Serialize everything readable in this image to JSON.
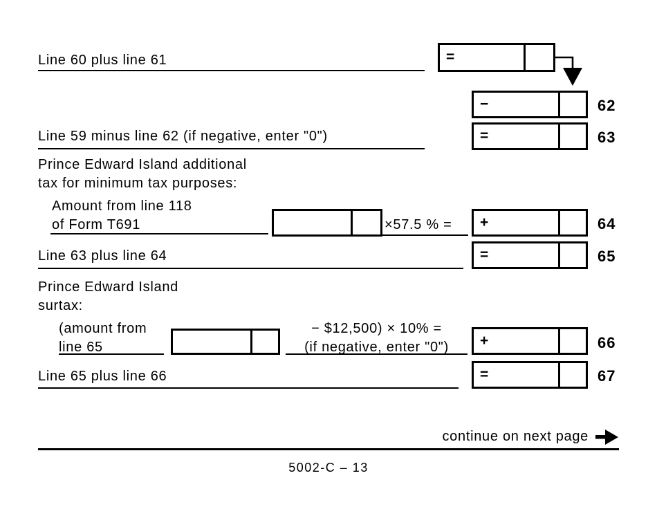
{
  "rows": {
    "r61": {
      "label": "Line 60 plus line 61",
      "op": "="
    },
    "r62": {
      "op": "−",
      "num": "62"
    },
    "r63": {
      "label": "Line 59 minus line 62 (if negative, enter \"0\")",
      "op": "=",
      "num": "63"
    },
    "min_tax_heading": {
      "line1": "Prince Edward Island additional",
      "line2": "tax for minimum tax purposes:"
    },
    "r64": {
      "label1": "Amount from line 118",
      "label2": "of Form T691",
      "multiplier": "×57.5 % =",
      "op": "+",
      "num": "64"
    },
    "r65": {
      "label": "Line 63 plus line 64",
      "op": "=",
      "num": "65"
    },
    "surtax_heading": {
      "line1": "Prince Edward Island",
      "line2": "surtax:"
    },
    "r66": {
      "label1": "(amount from",
      "label2": "line 65",
      "formula1": "− $12,500) × 10% =",
      "formula2": "(if negative, enter \"0\")",
      "op": "+",
      "num": "66"
    },
    "r67": {
      "label": "Line 65 plus line 66",
      "op": "=",
      "num": "67"
    }
  },
  "footer": {
    "continue_label": "continue on next page",
    "form_code": "5002-C – 13"
  },
  "colors": {
    "ink": "#000000",
    "paper": "#ffffff"
  }
}
